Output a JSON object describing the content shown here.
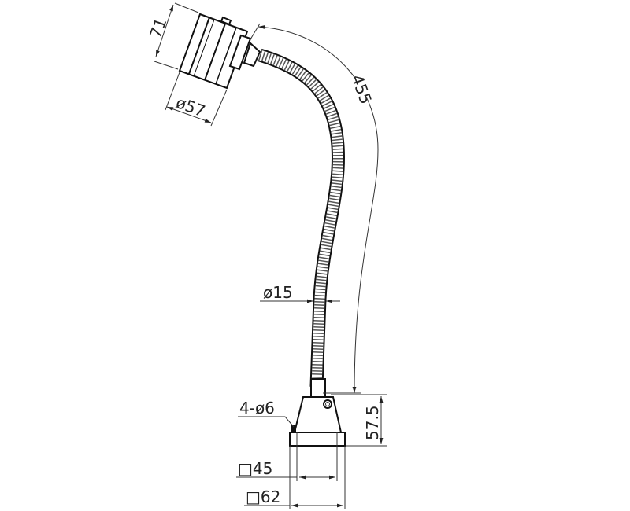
{
  "drawing": {
    "title": "Flexible gooseneck machine lamp dimension drawing",
    "dimensions": {
      "head_length": "71",
      "head_diameter": "ø57",
      "arm_length": "455",
      "hose_diameter": "ø15",
      "mount_holes": "4-ø6",
      "base_height": "57.5",
      "hole_spacing": "□45",
      "base_size": "□62"
    },
    "colors": {
      "line": "#111111",
      "background": "#ffffff"
    }
  }
}
